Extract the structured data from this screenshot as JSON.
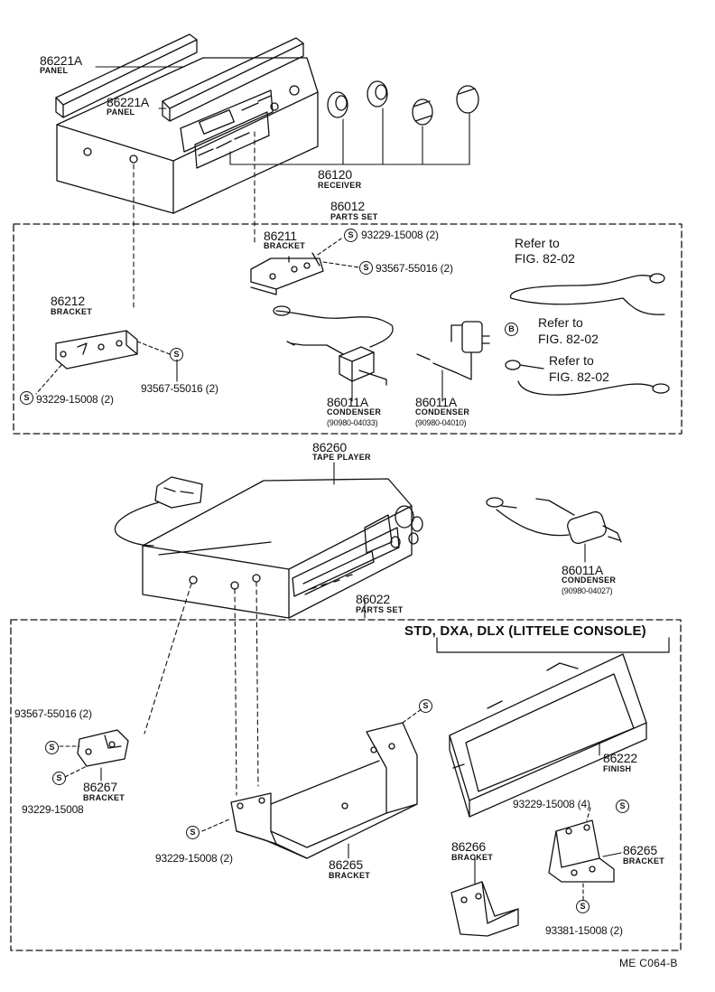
{
  "labels": {
    "panel_a_pn": "86221A",
    "panel_a_nm": "PANEL",
    "panel_b_pn": "86221A",
    "panel_b_nm": "PANEL",
    "receiver_pn": "86120",
    "receiver_nm": "RECEIVER",
    "parts_set_1_pn": "86012",
    "parts_set_1_nm": "PARTS SET",
    "bracket_86211_pn": "86211",
    "bracket_86211_nm": "BRACKET",
    "screw_93229_a": "93229-15008 (2)",
    "screw_93567_a": "93567-55016 (2)",
    "bracket_86212_pn": "86212",
    "bracket_86212_nm": "BRACKET",
    "screw_93567_b": "93567-55016 (2)",
    "screw_93229_b": "93229-15008 (2)",
    "cond_1_pn": "86011A",
    "cond_1_nm": "CONDENSER",
    "cond_1_sub": "(90980-04033)",
    "cond_2_pn": "86011A",
    "cond_2_nm": "CONDENSER",
    "cond_2_sub": "(90980-04010)",
    "ref_1_l1": "Refer to",
    "ref_1_l2": "FIG. 82-02",
    "ref_2_l1": "Refer to",
    "ref_2_l2": "FIG. 82-02",
    "ref_3_l1": "Refer to",
    "ref_3_l2": "FIG. 82-02",
    "tape_pn": "86260",
    "tape_nm": "TAPE PLAYER",
    "cond_3_pn": "86011A",
    "cond_3_nm": "CONDENSER",
    "cond_3_sub": "(90980-04027)",
    "parts_set_2_pn": "86022",
    "parts_set_2_nm": "PARTS SET",
    "model_header": "STD, DXA, DLX (LITTELE CONSOLE)",
    "screw_93567_c": "93567-55016 (2)",
    "bracket_86267_pn": "86267",
    "bracket_86267_nm": "BRACKET",
    "screw_93229_c": "93229-15008",
    "finish_pn": "86222",
    "finish_nm": "FINISH",
    "screw_93229_d": "93229-15008 (4)",
    "bracket_86265_a_pn": "86265",
    "bracket_86265_a_nm": "BRACKET",
    "screw_93229_e": "93229-15008 (2)",
    "bracket_86266_pn": "86266",
    "bracket_86266_nm": "BRACKET",
    "bracket_86265_b_pn": "86265",
    "bracket_86265_b_nm": "BRACKET",
    "screw_93381": "93381-15008 (2)",
    "b_symbol": "B",
    "s_symbol": "S",
    "figure_code": "ME  C064-B"
  }
}
